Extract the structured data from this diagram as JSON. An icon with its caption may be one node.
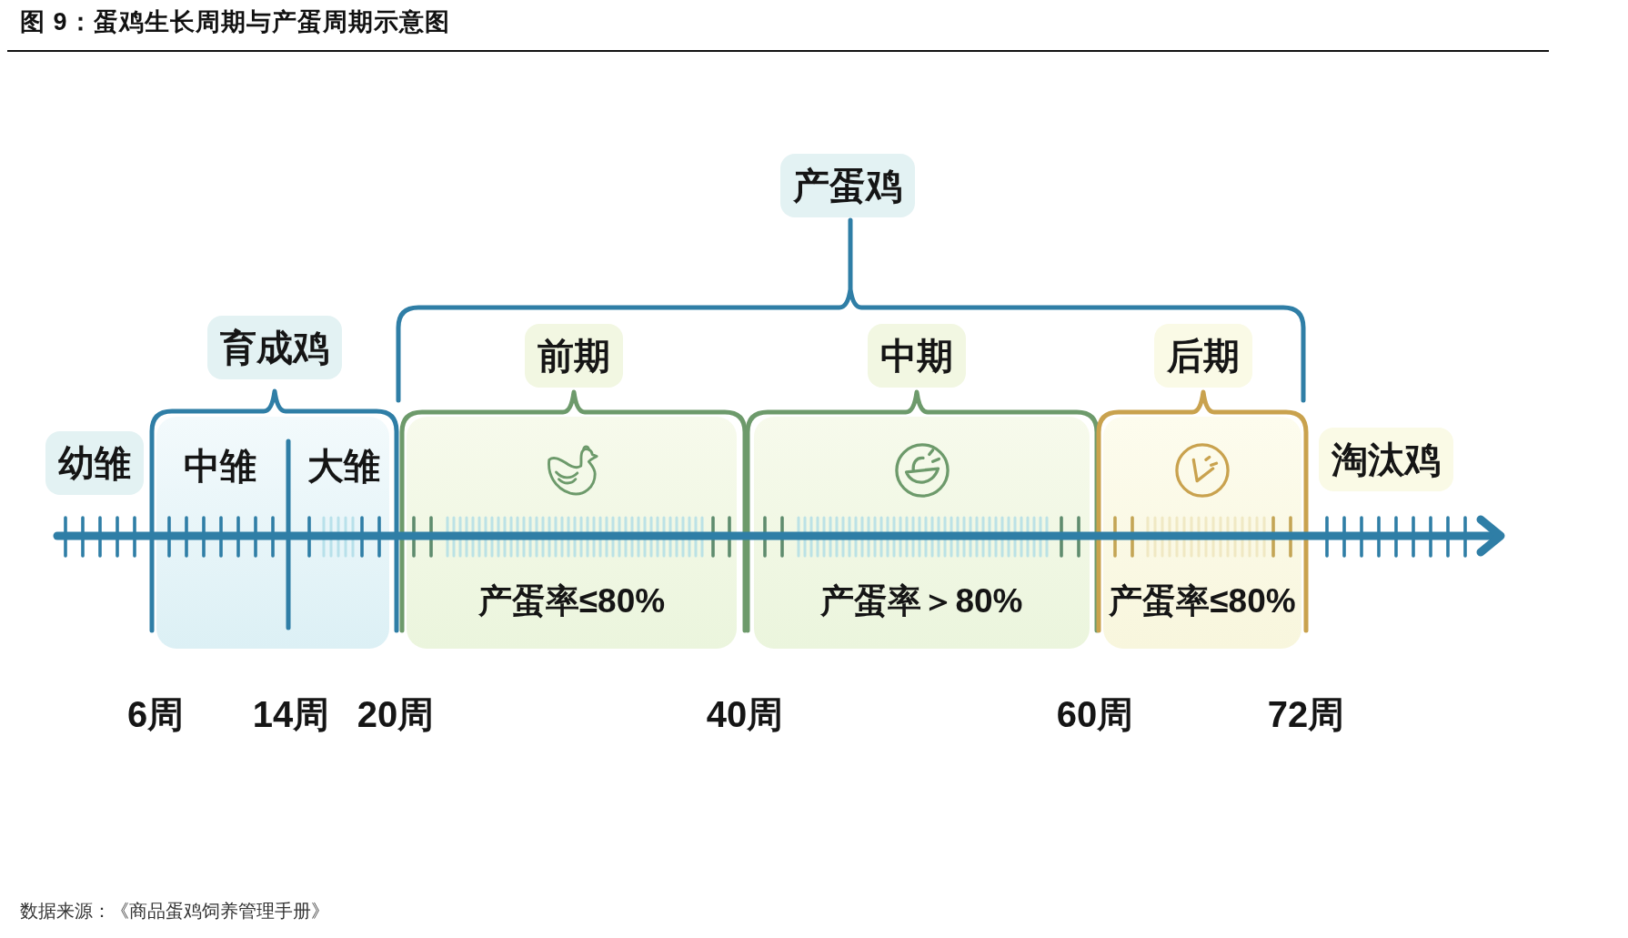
{
  "diagram": {
    "title": "图 9：蛋鸡生长周期与产蛋周期示意图",
    "nodes": [
      {
        "text": [
          "产蛋鸡"
        ]
      },
      {
        "text": [
          "育成鸡"
        ]
      },
      {
        "text": [
          "前期"
        ]
      },
      {
        "text": [
          "中期"
        ]
      },
      {
        "text": [
          "后期"
        ]
      },
      {
        "text": [
          "幼雏"
        ]
      },
      {
        "text": [],
        "shape": "box"
      },
      {
        "text": [
          "中雏"
        ],
        "in": 6
      },
      {
        "text": [
          "大雏"
        ],
        "in": 6
      },
      {
        "text": [
          "产蛋率≤80%"
        ]
      },
      {
        "text": [
          "产蛋率＞80%"
        ]
      },
      {
        "text": [
          "产蛋率≤80%"
        ]
      },
      {
        "text": [
          "淘汰鸡"
        ]
      }
    ],
    "labels": [
      "6周",
      "14周",
      "20周",
      "40周",
      "60周",
      "72周"
    ],
    "caption": "数据来源：《商品蛋鸡饲养管理手册》"
  }
}
